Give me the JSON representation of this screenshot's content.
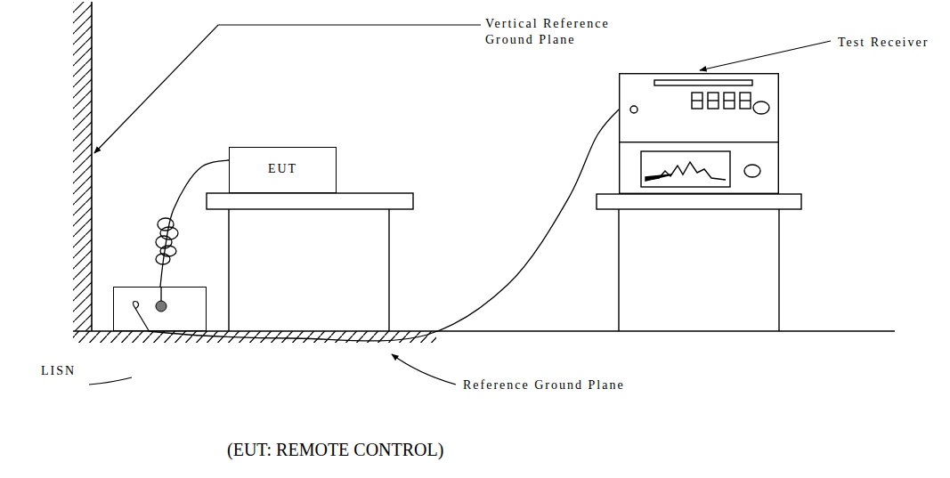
{
  "diagram": {
    "nodes": [
      {
        "text": [
          "EUT"
        ]
      },
      {
        "text": [
          "LISN"
        ]
      },
      {
        "text": [
          "Test Receiver"
        ]
      }
    ],
    "edges": [
      {
        "from": 0,
        "to": 1,
        "arrow": "none"
      },
      {
        "from": 1,
        "to": 2,
        "arrow": "none"
      }
    ],
    "labels": [
      "Vertical Reference Ground Plane",
      "Reference Ground Plane",
      "(EUT: REMOTE CONTROL)"
    ]
  }
}
